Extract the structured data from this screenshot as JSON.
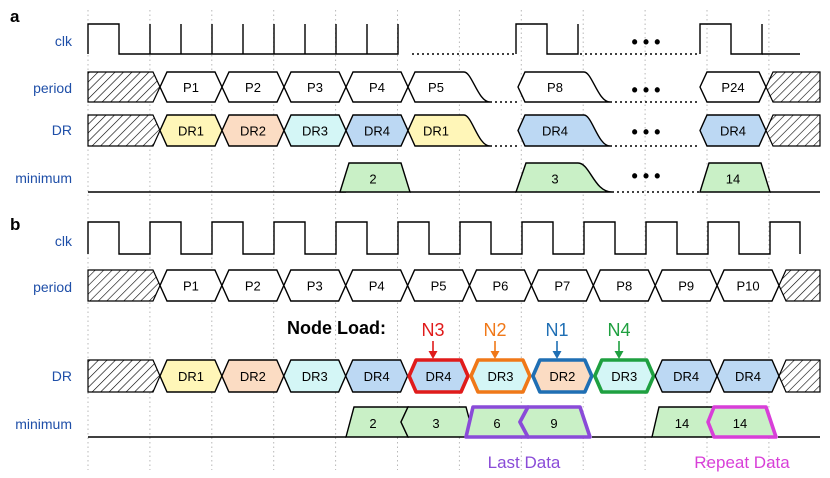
{
  "panels": [
    {
      "label": "a",
      "rows": {
        "clk": "clk",
        "period": "period",
        "dr": "DR",
        "min": "minimum"
      },
      "period_cells": [
        "P1",
        "P2",
        "P3",
        "P4",
        "P5",
        "P8",
        "P24"
      ],
      "dr_cells": [
        "DR1",
        "DR2",
        "DR3",
        "DR4",
        "DR1",
        "DR4",
        "DR4"
      ],
      "min_cells": [
        "2",
        "3",
        "14"
      ],
      "ellipsis": "• • •"
    },
    {
      "label": "b",
      "rows": {
        "clk": "clk",
        "period": "period",
        "dr": "DR",
        "min": "minimum"
      },
      "period_cells": [
        "P1",
        "P2",
        "P3",
        "P4",
        "P5",
        "P6",
        "P7",
        "P8",
        "P9",
        "P10"
      ],
      "dr_cells": [
        "DR1",
        "DR2",
        "DR3",
        "DR4",
        "DR4",
        "DR3",
        "DR2",
        "DR3",
        "DR4",
        "DR4"
      ],
      "min_cells": [
        "2",
        "3",
        "6",
        "9",
        "14",
        "14"
      ],
      "node_load": {
        "title": "Node Load:",
        "nodes": [
          {
            "label": "N3",
            "color": "#e01b1b"
          },
          {
            "label": "N2",
            "color": "#f07818"
          },
          {
            "label": "N1",
            "color": "#1f6fb4"
          },
          {
            "label": "N4",
            "color": "#1fa040"
          }
        ]
      },
      "captions": {
        "last": "Last Data",
        "repeat": "Repeat Data"
      }
    }
  ],
  "colors": {
    "DR1": "#fff6b8",
    "DR2": "#fbdcc3",
    "DR3": "#d4f6f6",
    "DR4": "#bcd8f3",
    "minimum": "#c9f0c6",
    "last_data": "#8a4bd8",
    "repeat_data": "#d83fd8",
    "row_label": "#1f4fa8"
  }
}
